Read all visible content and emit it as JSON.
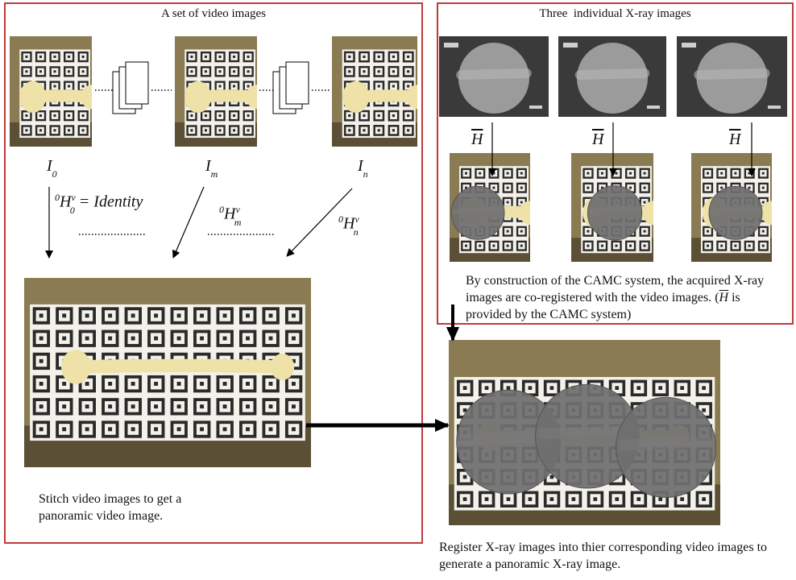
{
  "left_panel": {
    "title": "A set of video images",
    "frames": [
      {
        "label_base": "I",
        "label_sub": "0"
      },
      {
        "label_base": "I",
        "label_sub": "m"
      },
      {
        "label_base": "I",
        "label_sub": "n"
      }
    ],
    "transforms": [
      {
        "sup_left": "0",
        "base": "H",
        "sup": "v",
        "sub": "0",
        "suffix": " = Identity"
      },
      {
        "sup_left": "0",
        "base": "H",
        "sup": "v",
        "sub": "m",
        "suffix": ""
      },
      {
        "sup_left": "0",
        "base": "H",
        "sup": "v",
        "sub": "n",
        "suffix": ""
      }
    ],
    "caption": "Stitch video images to get a panoramic video image."
  },
  "right_panel": {
    "title": "Three  individual X-ray images",
    "h_label": "H",
    "caption_part1": "By construction of the CAMC system, the acquired X-ray images are co-registered with the video images. (",
    "caption_h": "H",
    "caption_part2": " is provided by  the CAMC system)"
  },
  "bottom_caption": "Register X-ray images into thier corresponding video images to generate a panoramic X-ray image.",
  "colors": {
    "panel_border": "#c0393b",
    "arrow": "#000000",
    "bone": "#efe2a8",
    "marker": "#2a2a2a",
    "xray_disc": "#6f6f6f",
    "xray_frame": "#3a3a3a"
  }
}
